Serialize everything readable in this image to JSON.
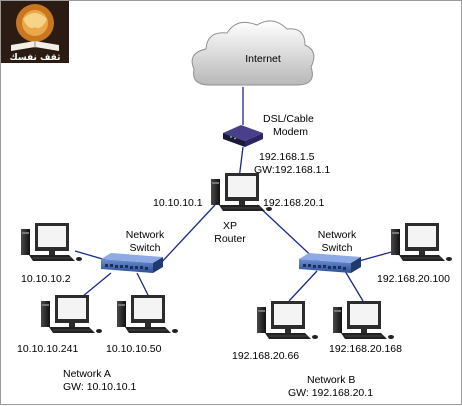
{
  "logo": {
    "text": "ثقف نفسك"
  },
  "cloud": {
    "label": "Internet"
  },
  "modem": {
    "label_line1": "DSL/Cable",
    "label_line2": "Modem"
  },
  "router": {
    "label_line1": "XP",
    "label_line2": "Router",
    "wan_ip": "192.168.1.5",
    "wan_gw": "GW:192.168.1.1",
    "ip_network_a": "10.10.10.1",
    "ip_network_b": "192.168.20.1"
  },
  "switch_a": {
    "label_line1": "Network",
    "label_line2": "Switch"
  },
  "switch_b": {
    "label_line1": "Network",
    "label_line2": "Switch"
  },
  "network_a": {
    "name": "Network A",
    "gateway": "GW: 10.10.10.1",
    "hosts": [
      "10.10.10.2",
      "10.10.10.241",
      "10.10.10.50"
    ]
  },
  "network_b": {
    "name": "Network B",
    "gateway": "GW: 192.168.20.1",
    "hosts": [
      "192.168.20.100",
      "192.168.20.66",
      "192.168.20.168"
    ]
  },
  "colors": {
    "link": "#1a2a8a",
    "switch": "#3b63b0",
    "monitor_frame": "#2c2c2c",
    "screen": "#f4f4f4"
  }
}
